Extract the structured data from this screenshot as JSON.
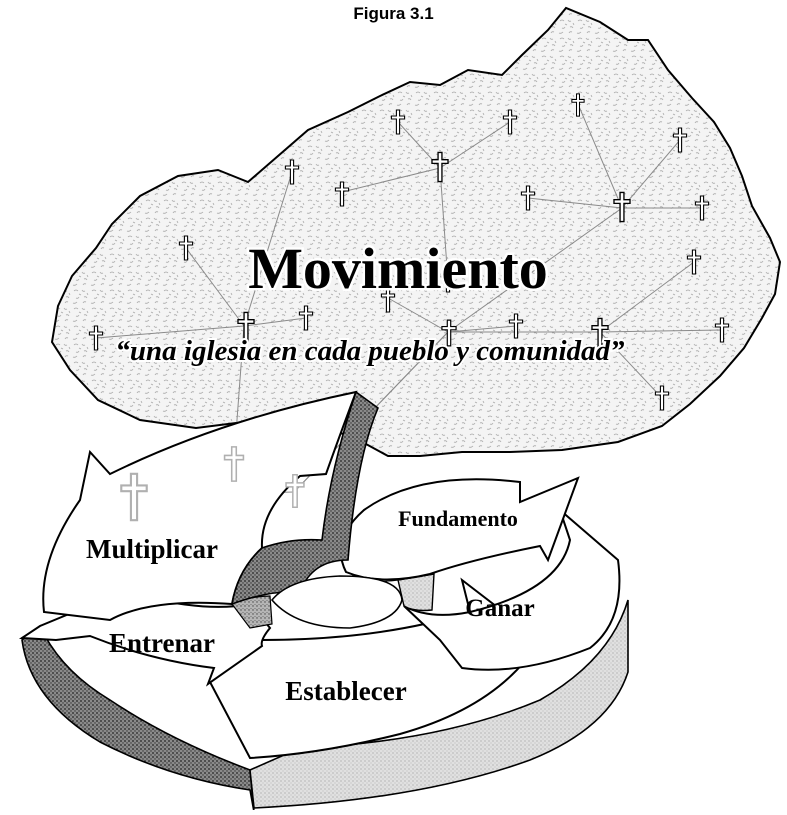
{
  "figure": {
    "title": "Figura 3.1",
    "heading": "Movimiento",
    "subtitle": "“una iglesia en cada pueblo y comunidad”"
  },
  "cycle": {
    "steps": [
      "Multiplicar",
      "Fundamento",
      "Ganar",
      "Entrenar",
      "Establecer"
    ]
  },
  "colors": {
    "ink": "#000000",
    "region_fill": "#f2f2f2",
    "arrow_fill": "#ffffff",
    "shade_dark": "#6e6e6e",
    "shade_light": "#cfcfcf",
    "network_line": "#8a8a8a"
  },
  "icons": [
    "cross-icon",
    "stipple-texture"
  ]
}
